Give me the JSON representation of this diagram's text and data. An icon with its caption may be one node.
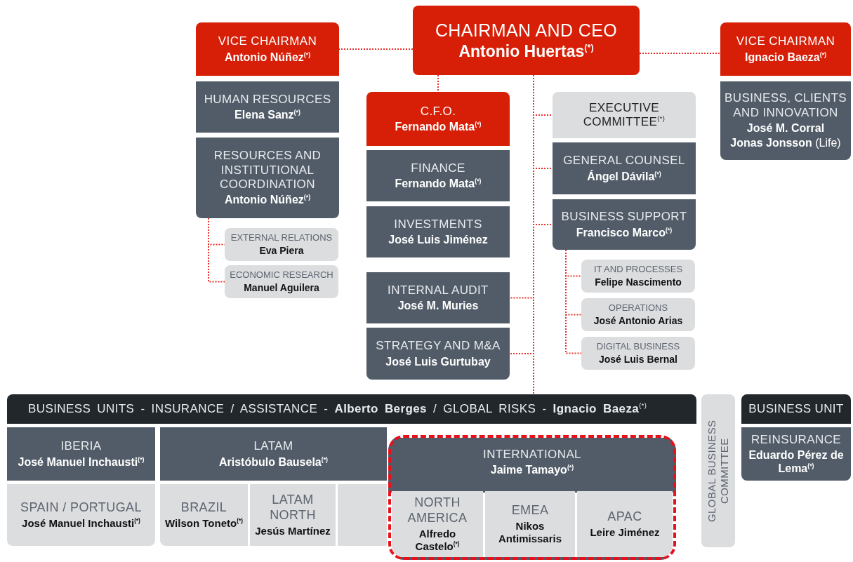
{
  "diagram": {
    "nodes": [
      {
        "text": [
          "CHAIRMAN AND CEO",
          "Antonio Huertas$^{(*)}$"
        ]
      },
      {
        "text": [
          "VICE CHAIRMAN",
          "Antonio Núñez$^{(*)}$"
        ]
      },
      {
        "text": [
          "HUMAN RESOURCES",
          "Elena Sanz$^{(*)}$"
        ]
      },
      {
        "text": [
          "RESOURCES AND INSTITUTIONAL COORDINATION",
          "Antonio Núñez$^{(*)}$"
        ]
      },
      {
        "text": [
          "EXTERNAL RELATIONS",
          "Eva Piera"
        ]
      },
      {
        "text": [
          "ECONOMIC RESEARCH",
          "Manuel Aguilera"
        ]
      },
      {
        "text": [
          "C.F.O.",
          "Fernando Mata$^{(*)}$"
        ]
      },
      {
        "text": [
          "FINANCE",
          "Fernando Mata$^{(*)}$"
        ]
      },
      {
        "text": [
          "INVESTMENTS",
          "José Luis Jiménez"
        ]
      },
      {
        "text": [
          "INTERNAL AUDIT",
          "José M. Muries"
        ]
      },
      {
        "text": [
          "STRATEGY AND M&A",
          "José Luis Gurtubay"
        ]
      },
      {
        "text": [
          "EXECUTIVE COMMITTEE$^{(*)}$"
        ]
      },
      {
        "text": [
          "GENERAL COUNSEL",
          "Ángel Dávila$^{(*)}$"
        ]
      },
      {
        "text": [
          "BUSINESS SUPPORT",
          "Francisco Marco$^{(*)}$"
        ]
      },
      {
        "text": [
          "IT AND PROCESSES",
          "Felipe Nascimento"
        ]
      },
      {
        "text": [
          "OPERATIONS",
          "José Antonio Arias"
        ]
      },
      {
        "text": [
          "DIGITAL BUSINESS",
          "José Luis Bernal"
        ]
      },
      {
        "text": [
          "VICE CHAIRMAN",
          "Ignacio Baeza$^{(*)}$"
        ]
      },
      {
        "text": [
          "BUSINESS, CLIENTS AND INNOVATION",
          "José M. Corral",
          "**Jonas Jonsson** (Life)"
        ]
      },
      {
        "text": [
          "BUSINESS UNITS - INSURANCE / ASSISTANCE - **Alberto Berges** / GLOBAL RISKS - **Ignacio Baeza**$^{(*)}$"
        ]
      },
      {
        "text": [
          "IBERIA",
          "José Manuel Inchausti$^{(*)}$"
        ]
      },
      {
        "text": [
          "SPAIN / PORTUGAL",
          "José Manuel Inchausti$^{(*)}$"
        ]
      },
      {
        "text": [
          "LATAM",
          "Aristóbulo Bausela$^{(*)}$"
        ]
      },
      {
        "text": [
          "BRAZIL",
          "Wilson Toneto$^{(*)}$"
        ]
      },
      {
        "text": [
          "LATAM NORTH",
          "Jesús Martínez"
        ]
      },
      {
        "text": [],
        "shape": "box"
      },
      {
        "text": [
          "INTERNATIONAL",
          "Jaime Tamayo$^{(*)}$"
        ]
      },
      {
        "text": [
          "NORTH AMERICA",
          "Alfredo Castelo$^{(*)}$"
        ],
        "in": 26
      },
      {
        "text": [
          "EMEA",
          "Nikos Antimissaris"
        ],
        "in": 26
      },
      {
        "text": [
          "APAC",
          "Leire Jiménez"
        ],
        "in": 26
      },
      {
        "text": [
          "GLOBAL BUSINESS COMMITTEE"
        ]
      },
      {
        "text": [
          "BUSINESS UNIT"
        ]
      },
      {
        "text": [
          "REINSURANCE",
          "Eduardo Pérez de Lema$^{(*)}$"
        ]
      }
    ],
    "edges": [
      {
        "from": 0,
        "to": 1,
        "arrow": "none"
      },
      {
        "from": 0,
        "to": 17,
        "arrow": "none"
      },
      {
        "from": 0,
        "to": 6,
        "arrow": "none"
      },
      {
        "from": 0,
        "to": 11,
        "arrow": "none"
      },
      {
        "from": 0,
        "to": 12,
        "arrow": "none"
      },
      {
        "from": 0,
        "to": 13,
        "arrow": "none"
      },
      {
        "from": 0,
        "to": 9,
        "arrow": "none"
      },
      {
        "from": 0,
        "to": 10,
        "arrow": "none"
      },
      {
        "from": 0,
        "to": 19,
        "arrow": "none"
      },
      {
        "from": 3,
        "to": 4,
        "arrow": "none"
      },
      {
        "from": 3,
        "to": 5,
        "arrow": "none"
      },
      {
        "from": 13,
        "to": 14,
        "arrow": "none"
      },
      {
        "from": 13,
        "to": 15,
        "arrow": "none"
      },
      {
        "from": 13,
        "to": 16,
        "arrow": "none"
      }
    ]
  }
}
